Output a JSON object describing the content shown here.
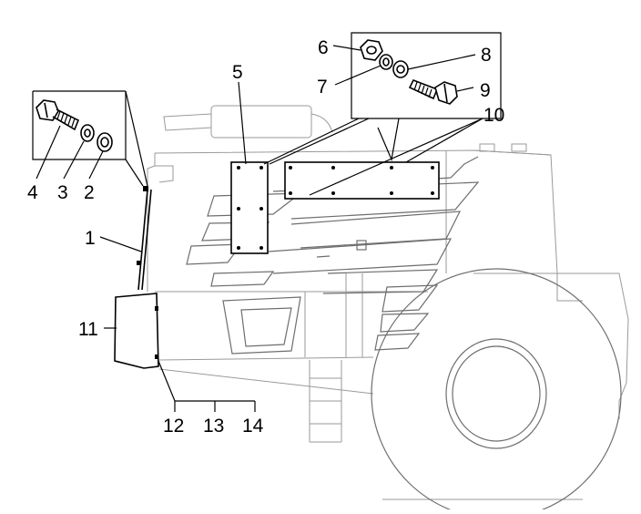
{
  "callouts": {
    "c1": "1",
    "c2": "2",
    "c3": "3",
    "c4": "4",
    "c5": "5",
    "c6": "6",
    "c7": "7",
    "c8": "8",
    "c9": "9",
    "c10": "10",
    "c11": "11",
    "c12": "12",
    "c13": "13",
    "c14": "14"
  },
  "icons": {
    "bolt": "hex-bolt-icon",
    "nut": "hex-nut-icon",
    "washer": "washer-icon",
    "spring_washer": "spring-washer-icon",
    "wheel": "wheel-icon"
  },
  "colors": {
    "ink": "#000000",
    "outline": "#9a9a9a",
    "background": "#ffffff"
  }
}
